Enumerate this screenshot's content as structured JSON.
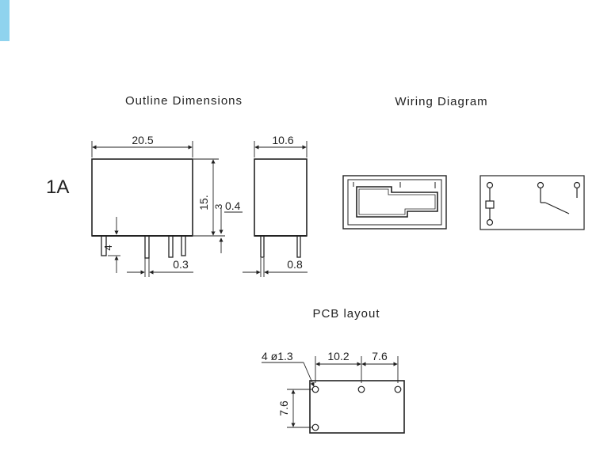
{
  "titles": {
    "outline": "Outline Dimensions",
    "wiring": "Wiring Diagram",
    "pcb": "PCB layout"
  },
  "variant_label": "1A",
  "outline_dims": {
    "width": "20.5",
    "height": "15.",
    "terminal_thickness": "3",
    "offset": "0.4",
    "pin_length": "4",
    "pin_width": "0.3",
    "side_width": "10.6",
    "side_pin": "0.8"
  },
  "pcb_dims": {
    "holes": "4 ø1.3",
    "span_a": "10.2",
    "span_b": "7.6",
    "vertical": "7.6"
  },
  "colors": {
    "accent": "#8fd3ee",
    "line": "#222222"
  }
}
